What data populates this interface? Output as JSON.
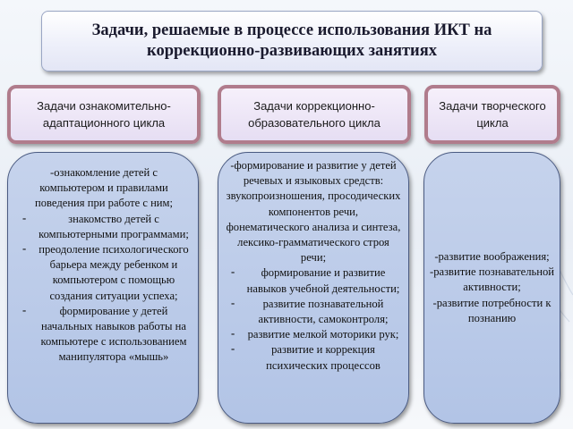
{
  "title": "Задачи, решаемые в процессе использования ИКТ на коррекционно-развивающих занятиях",
  "columns": [
    {
      "header": "Задачи ознакомительно-адаптационного цикла",
      "intro": "-ознакомление детей с компьютером и правилами поведения при работе с ним;",
      "items": [
        "знакомство детей с компьютерными программами;",
        "преодоление психологического барьера между ребенком и компьютером с помощью создания ситуации успеха;",
        "формирование у детей начальных навыков работы на компьютере с использованием манипулятора «мышь»"
      ]
    },
    {
      "header": "Задачи коррекционно-образовательного цикла",
      "intro": "-формирование и развитие у детей речевых и языковых средств: звукопроизношения, просодических компонентов речи, фонематического анализа и синтеза, лексико-грамматического строя речи;",
      "items": [
        "формирование и развитие навыков учебной деятельности;",
        "развитие познавательной активности, самоконтроля;",
        "развитие мелкой моторики рук;",
        "развитие и коррекция психических процессов"
      ]
    },
    {
      "header": "Задачи творческого цикла",
      "items": [
        "-развитие воображения;",
        "-развитие познавательной активности;",
        "-развитие потребности к познанию"
      ]
    }
  ],
  "bullet_glyph": "-"
}
